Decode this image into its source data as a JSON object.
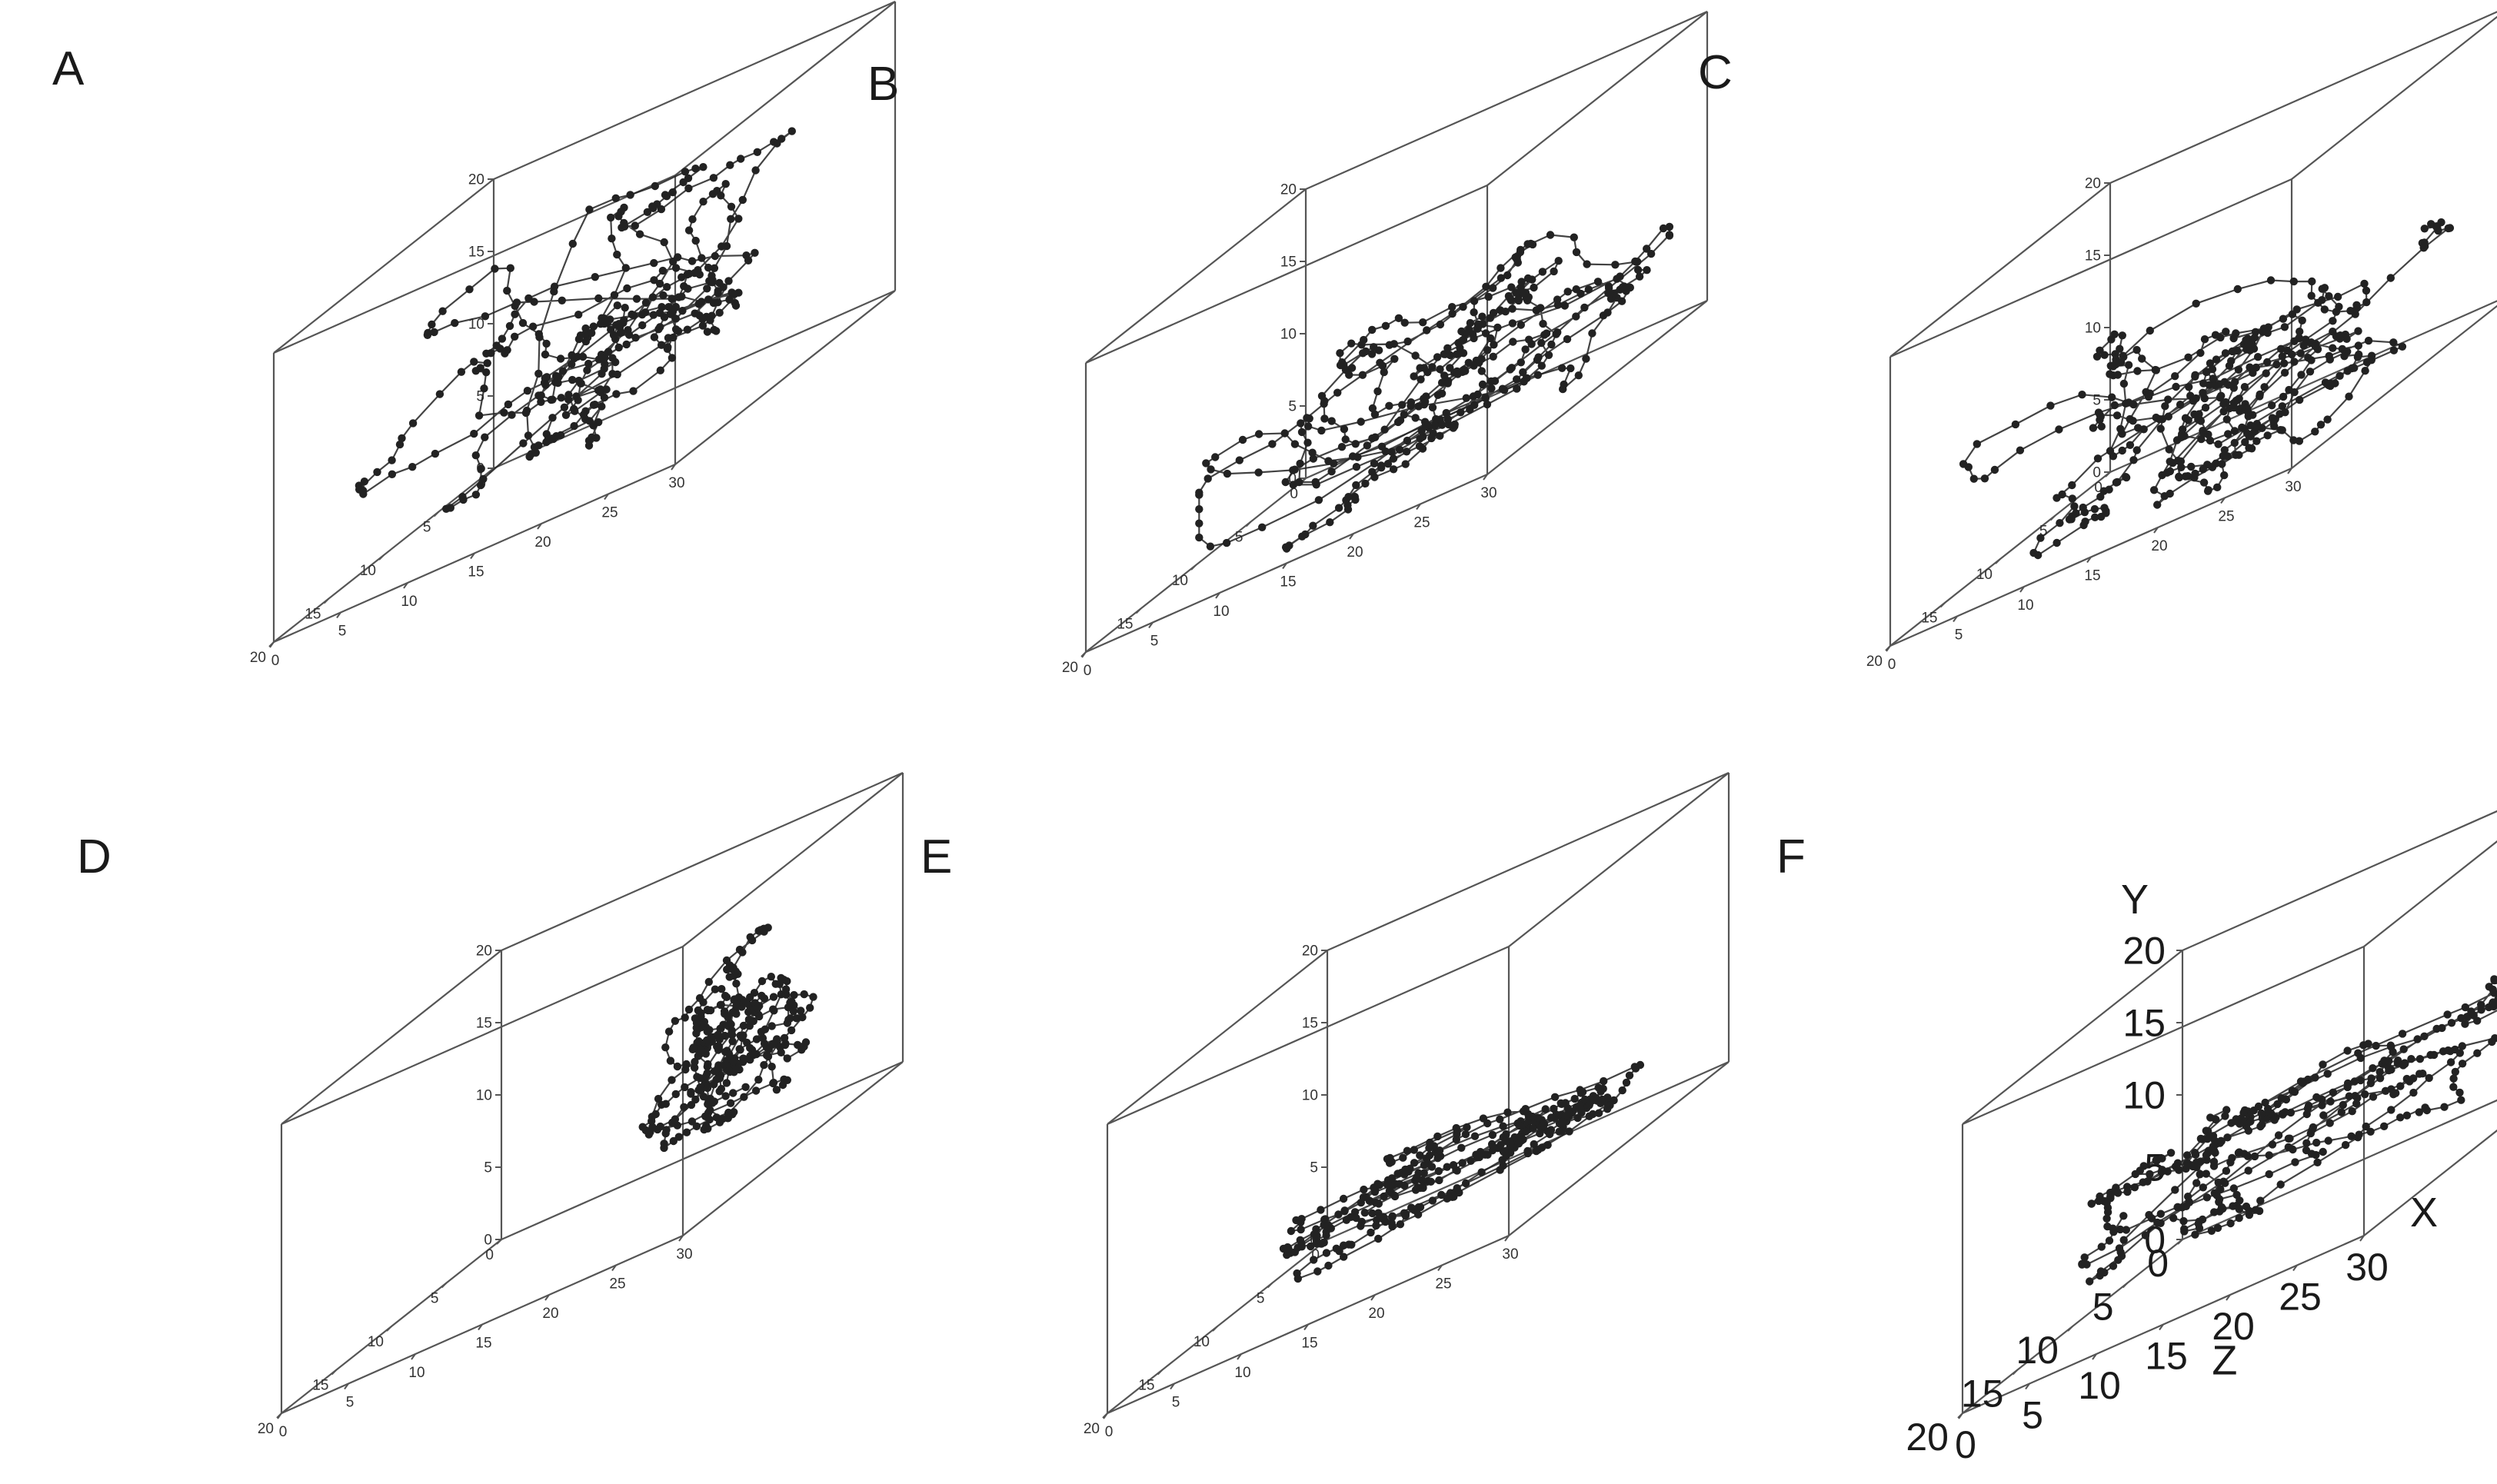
{
  "chart_data": [
    {
      "type": "scatter",
      "label": "A",
      "axes": {
        "x": [
          0,
          30
        ],
        "y": [
          0,
          20
        ],
        "z": [
          0,
          20
        ]
      },
      "x_ticks": [
        "0",
        "5",
        "10",
        "15",
        "20",
        "25",
        "30"
      ],
      "y_ticks": [
        "0",
        "5",
        "10",
        "15",
        "20"
      ],
      "z_ticks": [
        "0",
        "5",
        "10",
        "15",
        "20"
      ],
      "trajectory_center": [
        16,
        9,
        10
      ],
      "trajectory_spread": [
        12,
        7,
        8
      ],
      "trajectory_points": 340,
      "mode": "lines+markers"
    },
    {
      "type": "scatter",
      "label": "B",
      "axes": {
        "x": [
          0,
          30
        ],
        "y": [
          0,
          20
        ],
        "z": [
          0,
          20
        ]
      },
      "x_ticks": [
        "0",
        "5",
        "10",
        "15",
        "20",
        "25",
        "30"
      ],
      "y_ticks": [
        "0",
        "5",
        "10",
        "15",
        "20"
      ],
      "z_ticks": [
        "0",
        "5",
        "10",
        "15",
        "20"
      ],
      "trajectory_center": [
        17,
        6,
        9
      ],
      "trajectory_spread": [
        11,
        6,
        8
      ],
      "trajectory_points": 360,
      "mode": "lines+markers"
    },
    {
      "type": "scatter",
      "label": "C",
      "axes": {
        "x": [
          0,
          30
        ],
        "y": [
          0,
          20
        ],
        "z": [
          0,
          20
        ]
      },
      "x_ticks": [
        "0",
        "5",
        "10",
        "15",
        "20",
        "25",
        "30"
      ],
      "y_ticks": [
        "0",
        "5",
        "10",
        "15",
        "20"
      ],
      "z_ticks": [
        "0",
        "5",
        "10",
        "15",
        "20"
      ],
      "trajectory_center": [
        15,
        5,
        9
      ],
      "trajectory_spread": [
        12,
        6,
        8
      ],
      "trajectory_points": 380,
      "mode": "lines+markers"
    },
    {
      "type": "scatter",
      "label": "D",
      "axes": {
        "x": [
          0,
          30
        ],
        "y": [
          0,
          20
        ],
        "z": [
          0,
          20
        ]
      },
      "x_ticks": [
        "0",
        "5",
        "10",
        "15",
        "20",
        "25",
        "30"
      ],
      "y_ticks": [
        "0",
        "5",
        "10",
        "15",
        "20"
      ],
      "z_ticks": [
        "0",
        "5",
        "10",
        "15",
        "20"
      ],
      "trajectory_center": [
        22,
        9,
        6
      ],
      "trajectory_spread": [
        5,
        5,
        4
      ],
      "trajectory_points": 320,
      "mode": "lines+markers"
    },
    {
      "type": "scatter",
      "label": "E",
      "axes": {
        "x": [
          0,
          30
        ],
        "y": [
          0,
          20
        ],
        "z": [
          0,
          20
        ]
      },
      "x_ticks": [
        "0",
        "5",
        "10",
        "15",
        "20",
        "25",
        "30"
      ],
      "y_ticks": [
        "0",
        "5",
        "10",
        "15",
        "20"
      ],
      "z_ticks": [
        "0",
        "5",
        "10",
        "15",
        "20"
      ],
      "trajectory_center": [
        14,
        3,
        7
      ],
      "trajectory_spread": [
        12,
        2,
        4
      ],
      "trajectory_points": 320,
      "mode": "lines+markers"
    },
    {
      "type": "scatter",
      "label": "F",
      "axes": {
        "x": [
          0,
          30
        ],
        "y": [
          0,
          20
        ],
        "z": [
          0,
          20
        ]
      },
      "x_ticks": [
        "0",
        "5",
        "10",
        "15",
        "20",
        "25",
        "30"
      ],
      "y_ticks": [
        "0",
        "5",
        "10",
        "15",
        "20"
      ],
      "z_ticks": [
        "0",
        "5",
        "10",
        "15",
        "20"
      ],
      "x_name": "X",
      "y_name": "Y",
      "z_name": "Z",
      "trajectory_center": [
        16,
        6,
        8
      ],
      "trajectory_spread": [
        12,
        3,
        6
      ],
      "trajectory_points": 360,
      "mode": "lines+markers"
    }
  ],
  "colors": {
    "background": "#ffffff",
    "box": "#555555",
    "trajectory": "#222222"
  }
}
